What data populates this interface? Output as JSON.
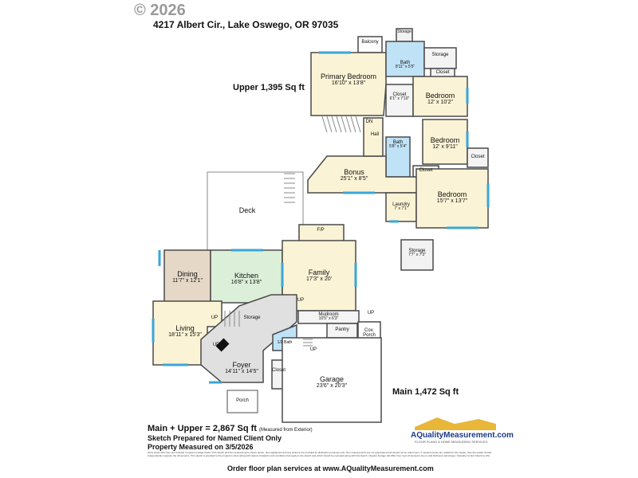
{
  "copyright": "© 2026",
  "address": "4217 Albert Cir., Lake Oswego, OR 97035",
  "upper_label": "Upper 1,395 Sq ft",
  "main_label": "Main 1,472 Sq ft",
  "colors": {
    "wall": "#4a4a4a",
    "bath": "#bfe2f7",
    "cream": "#fbf3d5",
    "kitchen": "#dcefd8",
    "dining": "#e6d8c6",
    "closet": "#f4f4f4",
    "storage": "#f2f2f2",
    "window": "#3aa6d9",
    "garage": "#ffffff",
    "foyer": "#e0e0e0"
  },
  "rooms": {
    "balcony": "Balcony",
    "storage_top": "Storage",
    "primary": {
      "name": "Primary Bedroom",
      "dims": "16'10\" x 13'8\""
    },
    "bath1": {
      "name": "Bath",
      "dims": "8'11\" x 5'5\""
    },
    "closet1": {
      "name": "Closet",
      "dims": "6'1\" x 7'10\""
    },
    "closet2": "Closet",
    "bedroom1": {
      "name": "Bedroom",
      "dims": "12' x 10'2\""
    },
    "dn": "DN",
    "hall": "Hall",
    "bath2": {
      "name": "Bath",
      "dims": "5'8\" x 5'4\""
    },
    "bedroom2": {
      "name": "Bedroom",
      "dims": "12' x 9'11\""
    },
    "closet3": "Closet",
    "closet4": "Closet",
    "bonus": {
      "name": "Bonus",
      "dims": "25'1\" x 8'5\""
    },
    "laundry": {
      "name": "Laundry",
      "dims": "7' x 7'1\""
    },
    "bedroom3": {
      "name": "Bedroom",
      "dims": "15'7\" x 13'7\""
    },
    "storage_mid": {
      "name": "Storage",
      "dims": "7'7\" x 7'3\""
    },
    "deck": "Deck",
    "fp": "F/P",
    "dining": {
      "name": "Dining",
      "dims": "11'7\" x 12'1\""
    },
    "kitchen": {
      "name": "Kitchen",
      "dims": "16'8\" x 13'8\""
    },
    "family": {
      "name": "Family",
      "dims": "17'3\" x 20'"
    },
    "up1": "UP",
    "up2": "UP",
    "up3": "UP",
    "up4": "UP",
    "up5": "UP",
    "storage_small": "Storage",
    "living": {
      "name": "Living",
      "dims": "18'11\" x 15'3\""
    },
    "mudroom": {
      "name": "Mudroom",
      "dims": "10'5\" x 6'3\""
    },
    "pantry": "Pantry",
    "cov_porch": "Cov. Porch",
    "half_bath": "1/2 Bath",
    "foyer": {
      "name": "Foyer",
      "dims": "14'11\" x 14'5\""
    },
    "closet_foyer": "Closet",
    "garage": {
      "name": "Garage",
      "dims": "23'6\" x 20'3\""
    },
    "porch": "Porch"
  },
  "footer": {
    "total": "Main + Upper = 2,867 Sq ft",
    "total_note": "(Measured from Exterior)",
    "sketch_line": "Sketch Prepared for Named Client Only",
    "measured_line": "Property Measured on 3/5/2026",
    "fine_print": "(Only areas with color are included in square footage totals.) This sketch and the measurements shown herein, plus appliances and any pictures are provided for illustration purposes only. The measurements are not guaranteed and should not be relied upon. If measurements are material to the reader, then the reader should independently measure the dimensions. This sketch is provided to the property's client along with various limitations and conditions that apply to the sketch and which should be reviewed along with this sketch. (Square footage will differ from room dimensions due to wall thickness and shape.) ©Quality Control Check by (W)",
    "order_line": "Order floor plan services at www.AQualityMeasurement.com",
    "logo_name": "AQualityMeasurement.com",
    "logo_sub": "FLOOR PLANS & HOME MEASURING SERVICES"
  }
}
